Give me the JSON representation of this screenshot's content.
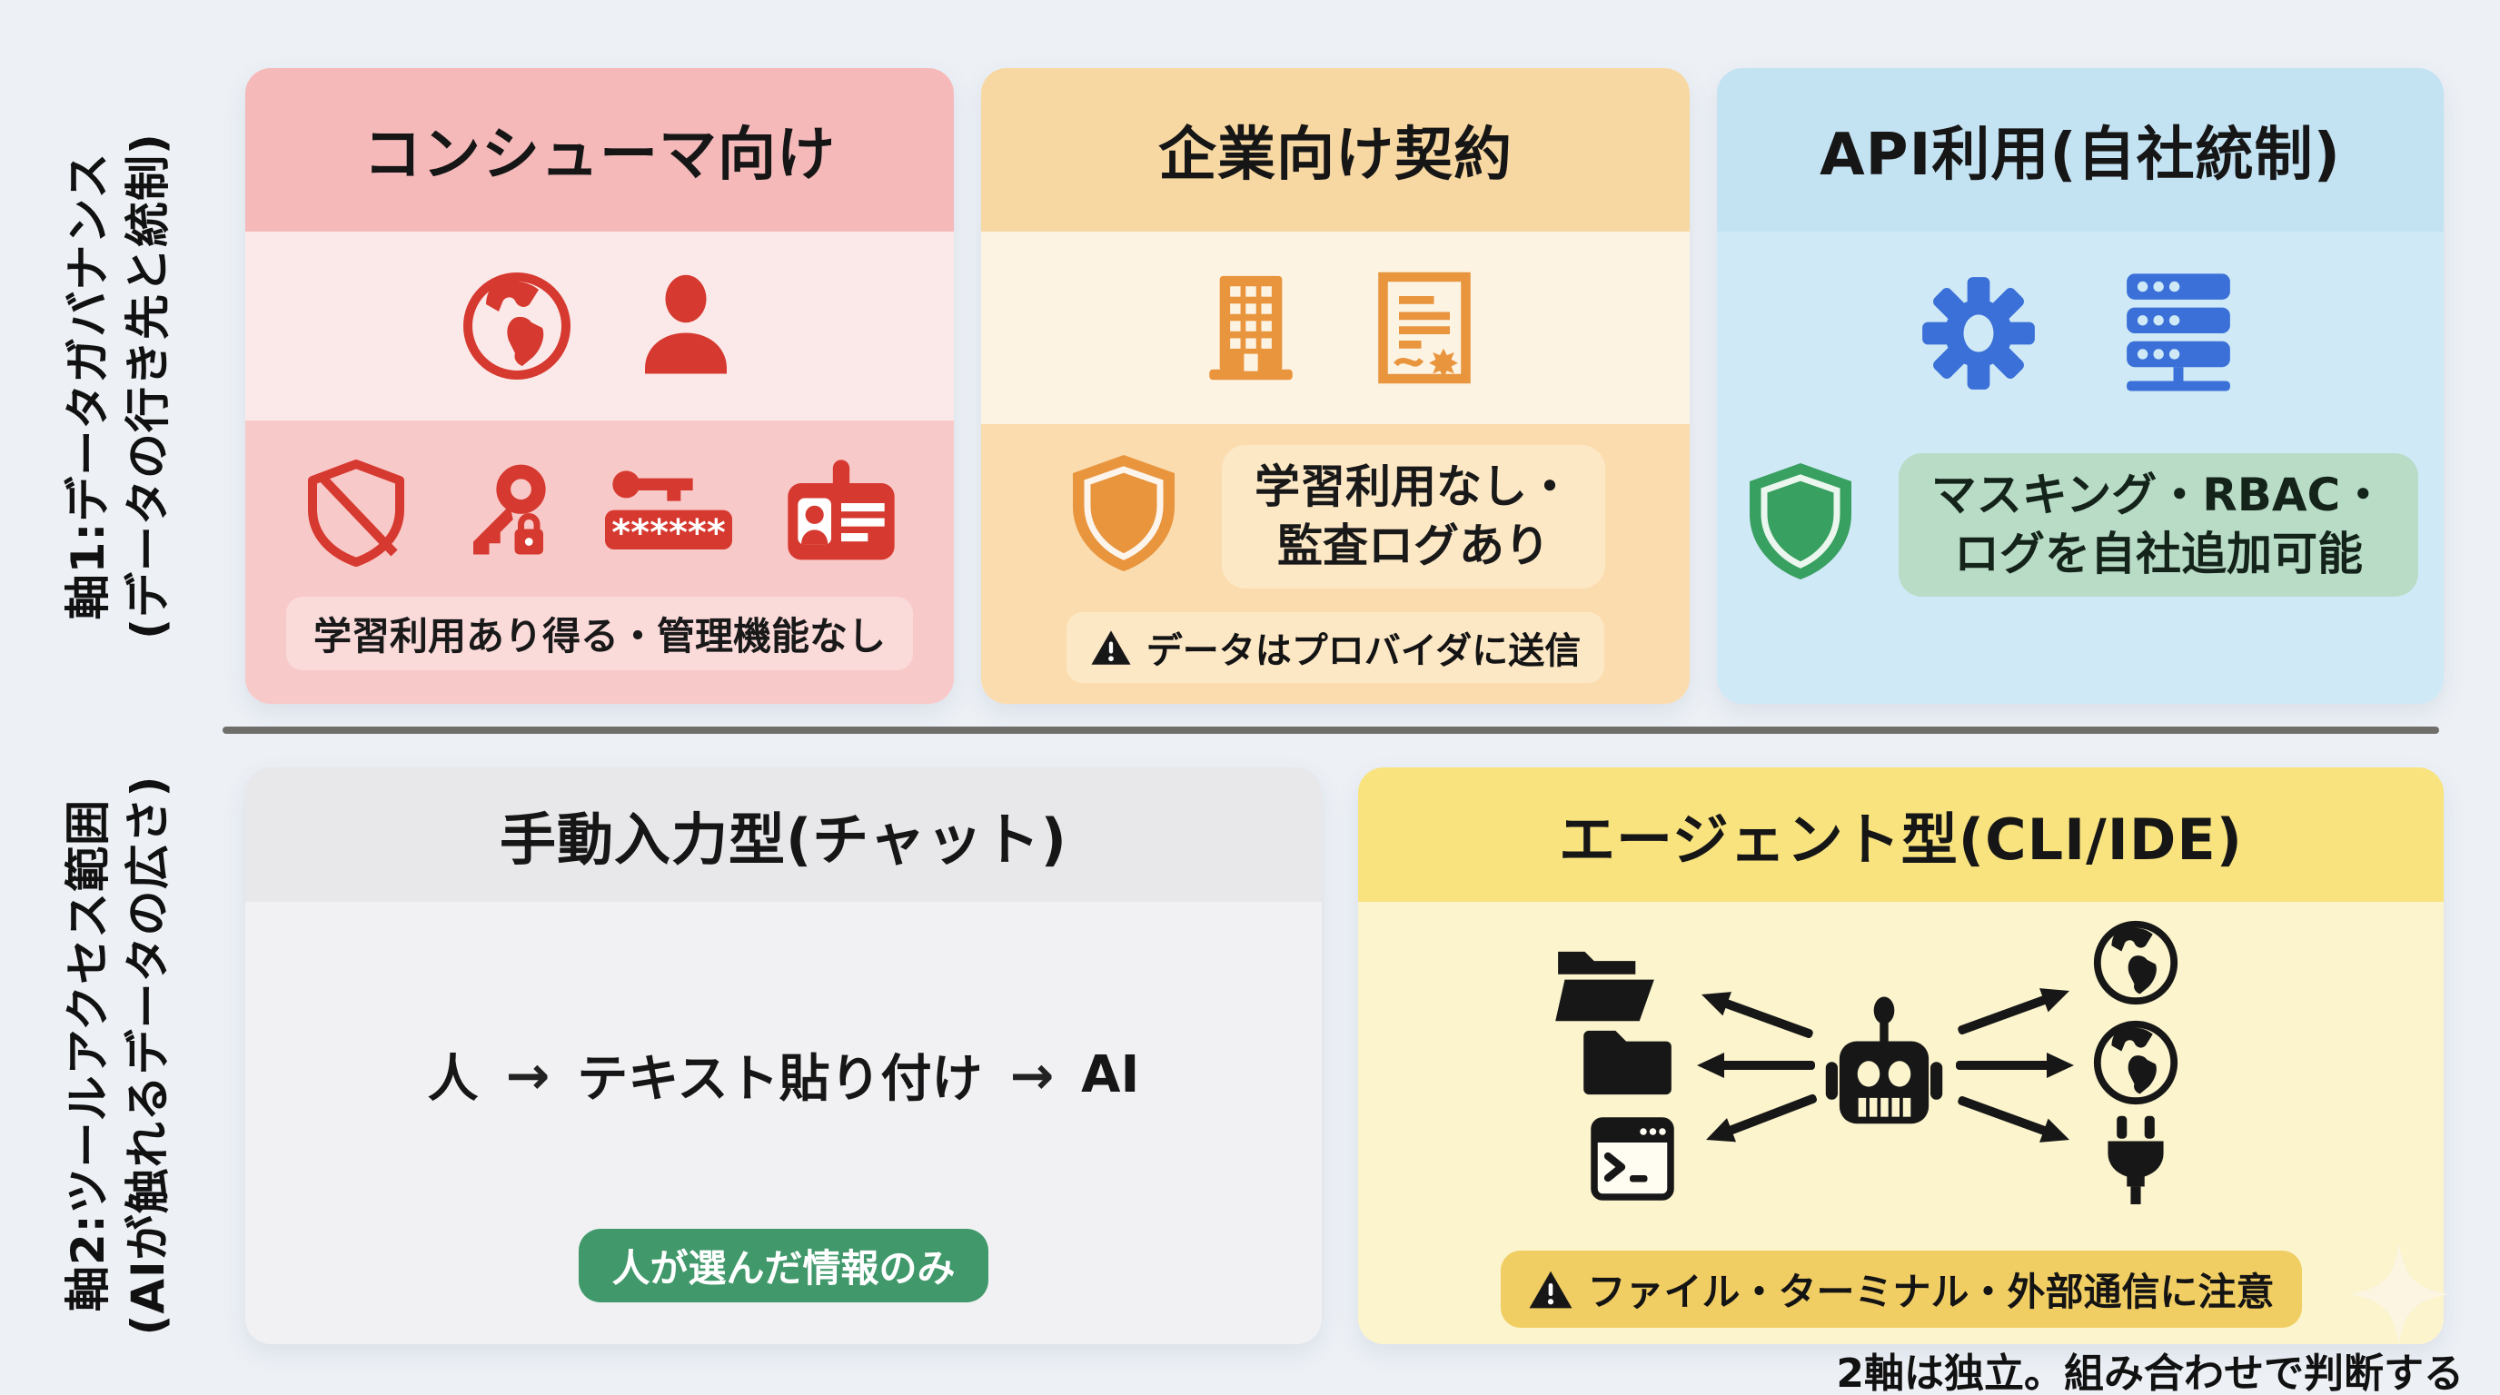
{
  "background": "#edf1f6",
  "divider_color": "#6f6e6b",
  "footer": {
    "note": "2軸は独立。組み合わせで判断する"
  },
  "axes": {
    "axis1": {
      "title": "軸1:データガバナンス",
      "subtitle": "(データの行き先と統制)"
    },
    "axis2": {
      "title": "軸2:ツールアクセス範囲",
      "subtitle": "(AIが触れるデータの広さ)"
    }
  },
  "cards": {
    "consumer": {
      "title": "コンシューマ向け",
      "icons_top": [
        "globe-icon",
        "user-icon"
      ],
      "icons_security": [
        "shield-slash-icon",
        "key-lock-icon",
        "password-icon",
        "id-card-icon"
      ],
      "badge": "学習利用あり得る・管理機能なし",
      "colors": {
        "header": "#f5b9b9",
        "body": "#fbe9e9",
        "band": "#f8c9c9",
        "icon": "#d6392f",
        "badge_bg": "#fbdada"
      }
    },
    "enterprise": {
      "title": "企業向け契約",
      "icons_top": [
        "building-icon",
        "contract-icon"
      ],
      "shield_icon": "shield-icon",
      "badge_line1": "学習利用なし・",
      "badge_line2": "監査ログあり",
      "warning": "データはプロバイダに送信",
      "colors": {
        "header": "#f8d8a2",
        "body": "#fdf3e2",
        "band": "#fbdcae",
        "icon": "#e8953e",
        "badge_bg": "#fde8c6"
      }
    },
    "api": {
      "title": "API利用(自社統制)",
      "icons_top": [
        "gear-icon",
        "server-icon"
      ],
      "shield_icon": "shield-icon",
      "badge_line1": "マスキング・RBAC・",
      "badge_line2": "ログを自社追加可能",
      "colors": {
        "header": "#c3e2f2",
        "body": "#cfe9f6",
        "icon": "#3a70d8",
        "shield": "#38a060",
        "badge_bg": "#b8dcc6"
      }
    },
    "manual": {
      "title": "手動入力型(チャット)",
      "flow": {
        "human": "人",
        "arrow1": "→",
        "paste": "テキスト貼り付け",
        "arrow2": "→",
        "ai": "AI"
      },
      "pill": "人が選んだ情報のみ",
      "colors": {
        "header": "#e8e8eb",
        "body": "#f1f1f3",
        "pill_bg": "#41996b"
      }
    },
    "agent": {
      "title": "エージェント型(CLI/IDE)",
      "diagram_icons_left": [
        "folder-open-icon",
        "folder-icon",
        "terminal-icon"
      ],
      "diagram_center": "robot-icon",
      "diagram_icons_right": [
        "globe-icon",
        "globe-icon",
        "plug-icon"
      ],
      "warning": "ファイル・ターミナル・外部通信に注意",
      "colors": {
        "header": "#f8e37f",
        "body": "#fbf4cd",
        "warning_bg": "#f1ce63",
        "icon": "#171717"
      }
    }
  }
}
